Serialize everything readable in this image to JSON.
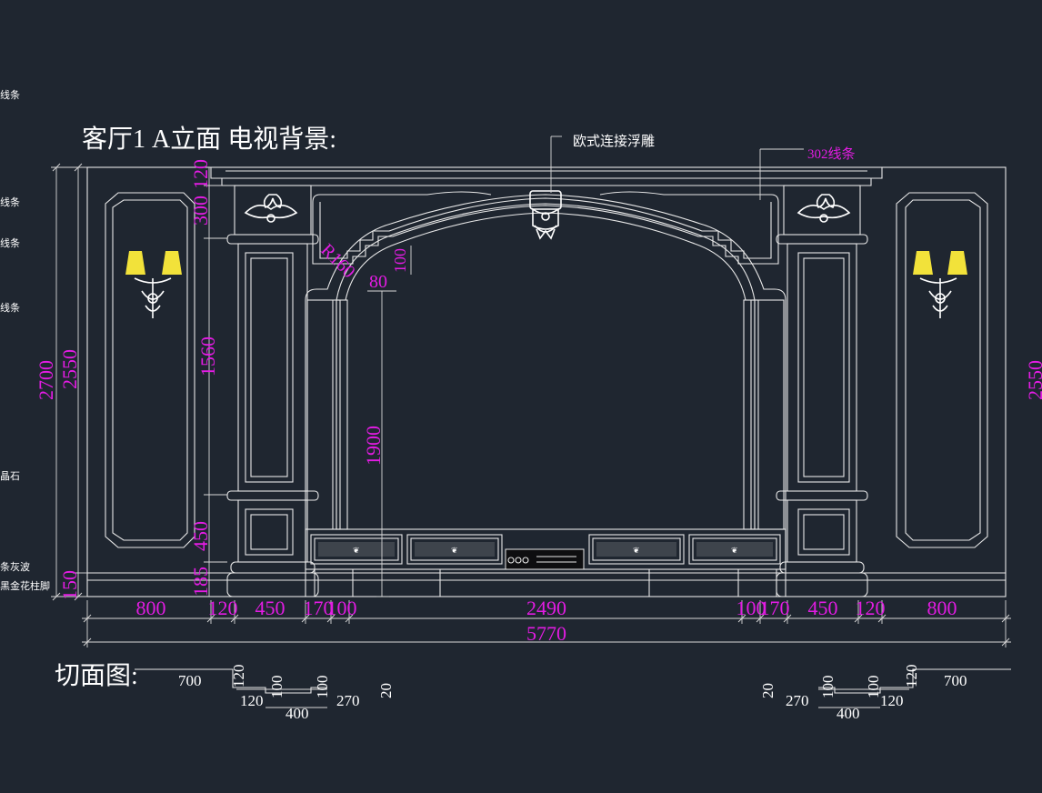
{
  "title": "客厅1 A立面 电视背景:",
  "section_title": "切面图:",
  "callouts": {
    "center_carving": "欧式连接浮雕",
    "molding_302": "302线条"
  },
  "left_cut_labels": [
    "线条",
    "线条",
    "线条",
    "线条",
    "晶石",
    "条灰波",
    "黑金花柱脚"
  ],
  "dims": {
    "bottom": [
      "800",
      "120",
      "450",
      "170",
      "100",
      "2490",
      "100",
      "170",
      "450",
      "120",
      "800"
    ],
    "total": "5770",
    "left_outer": "2700",
    "left_inner": "2550",
    "col_top_a": "120",
    "col_top_b": "300",
    "col_mid": "1560",
    "col_base": "450",
    "col_plinth": "185",
    "floor": "150",
    "arch_radius": "R160",
    "arch_step": "80",
    "arch_step_v": "100",
    "opening_h": "1900",
    "right_cut": "2550"
  },
  "section_left": {
    "top_a": "700",
    "top_b": "120",
    "b1": "120",
    "b2": "100",
    "b3": "100",
    "b4": "270",
    "b5": "20",
    "bottom": "400"
  },
  "section_right": {
    "top_a": "700",
    "top_b": "120",
    "b1": "20",
    "b2": "270",
    "b3": "100",
    "b4": "100",
    "b5": "120",
    "bottom": "400"
  },
  "colors": {
    "background": "#1f2630",
    "lines": "#e8e8e8",
    "dimension_text": "#e31ce3",
    "lamp": "#f2e23a"
  }
}
